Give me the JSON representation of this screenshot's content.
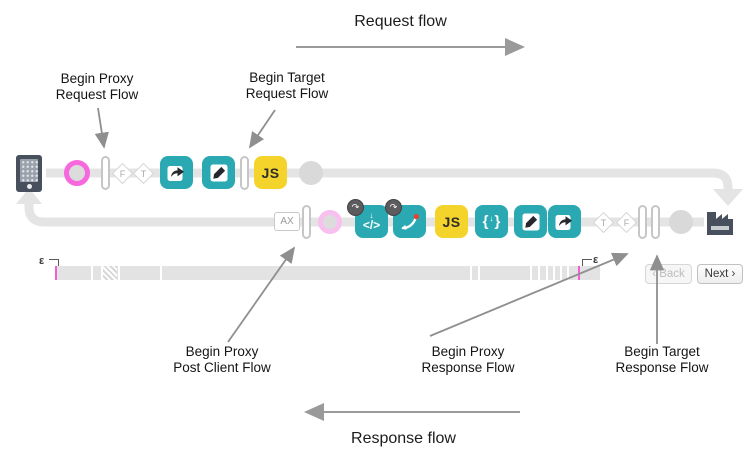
{
  "flow_titles": {
    "request": "Request flow",
    "response": "Response flow"
  },
  "annotations": {
    "proxy_request": {
      "line1": "Begin Proxy",
      "line2": "Request Flow"
    },
    "target_request": {
      "line1": "Begin Target",
      "line2": "Request Flow"
    },
    "post_client": {
      "line1": "Begin Proxy",
      "line2": "Post Client Flow"
    },
    "proxy_response": {
      "line1": "Begin Proxy",
      "line2": "Response Flow"
    },
    "target_response": {
      "line1": "Begin Target",
      "line2": "Response Flow"
    }
  },
  "request_row": {
    "steps": [
      "client-device",
      "request-start-ring",
      "proxy-request-flow-marker",
      "condition-false-diamond",
      "condition-true-diamond",
      "service-callout-policy",
      "assign-message-policy",
      "target-request-flow-marker",
      "javascript-policy",
      "endpoint-circle"
    ],
    "condition_false": "F",
    "condition_true": "T",
    "javascript": "JS"
  },
  "response_row": {
    "steps": [
      "analytics-marker",
      "post-client-flow-marker",
      "response-start-ring",
      "extract-variables-policy",
      "raise-fault-policy",
      "javascript-policy",
      "json-policy",
      "assign-message-policy",
      "service-callout-policy",
      "condition-true-diamond",
      "condition-false-diamond",
      "proxy-response-flow-marker",
      "target-response-flow-marker",
      "endpoint-circle",
      "backend-target"
    ],
    "analytics": "AX",
    "javascript": "JS",
    "condition_true": "T",
    "condition_false": "F",
    "code_glyph": "</>",
    "brace_open": "{",
    "brace_close": "}"
  },
  "icon_glyphs": {
    "down_arrow": "↓",
    "loop_arrow": "↷"
  },
  "timeline": {
    "epsilon_left": "ε",
    "epsilon_right": "ε",
    "buttons": {
      "back": "‹ Back",
      "next": "Next ›"
    }
  },
  "colors": {
    "teal": "#2ba9b3",
    "yellow": "#f4d32a",
    "pink": "#f767dd",
    "pink_faded": "#f8c0ee",
    "flow_line": "#e4e4e5",
    "dark_node": "#47505c",
    "annotation_arrow": "#8f8f8f"
  }
}
